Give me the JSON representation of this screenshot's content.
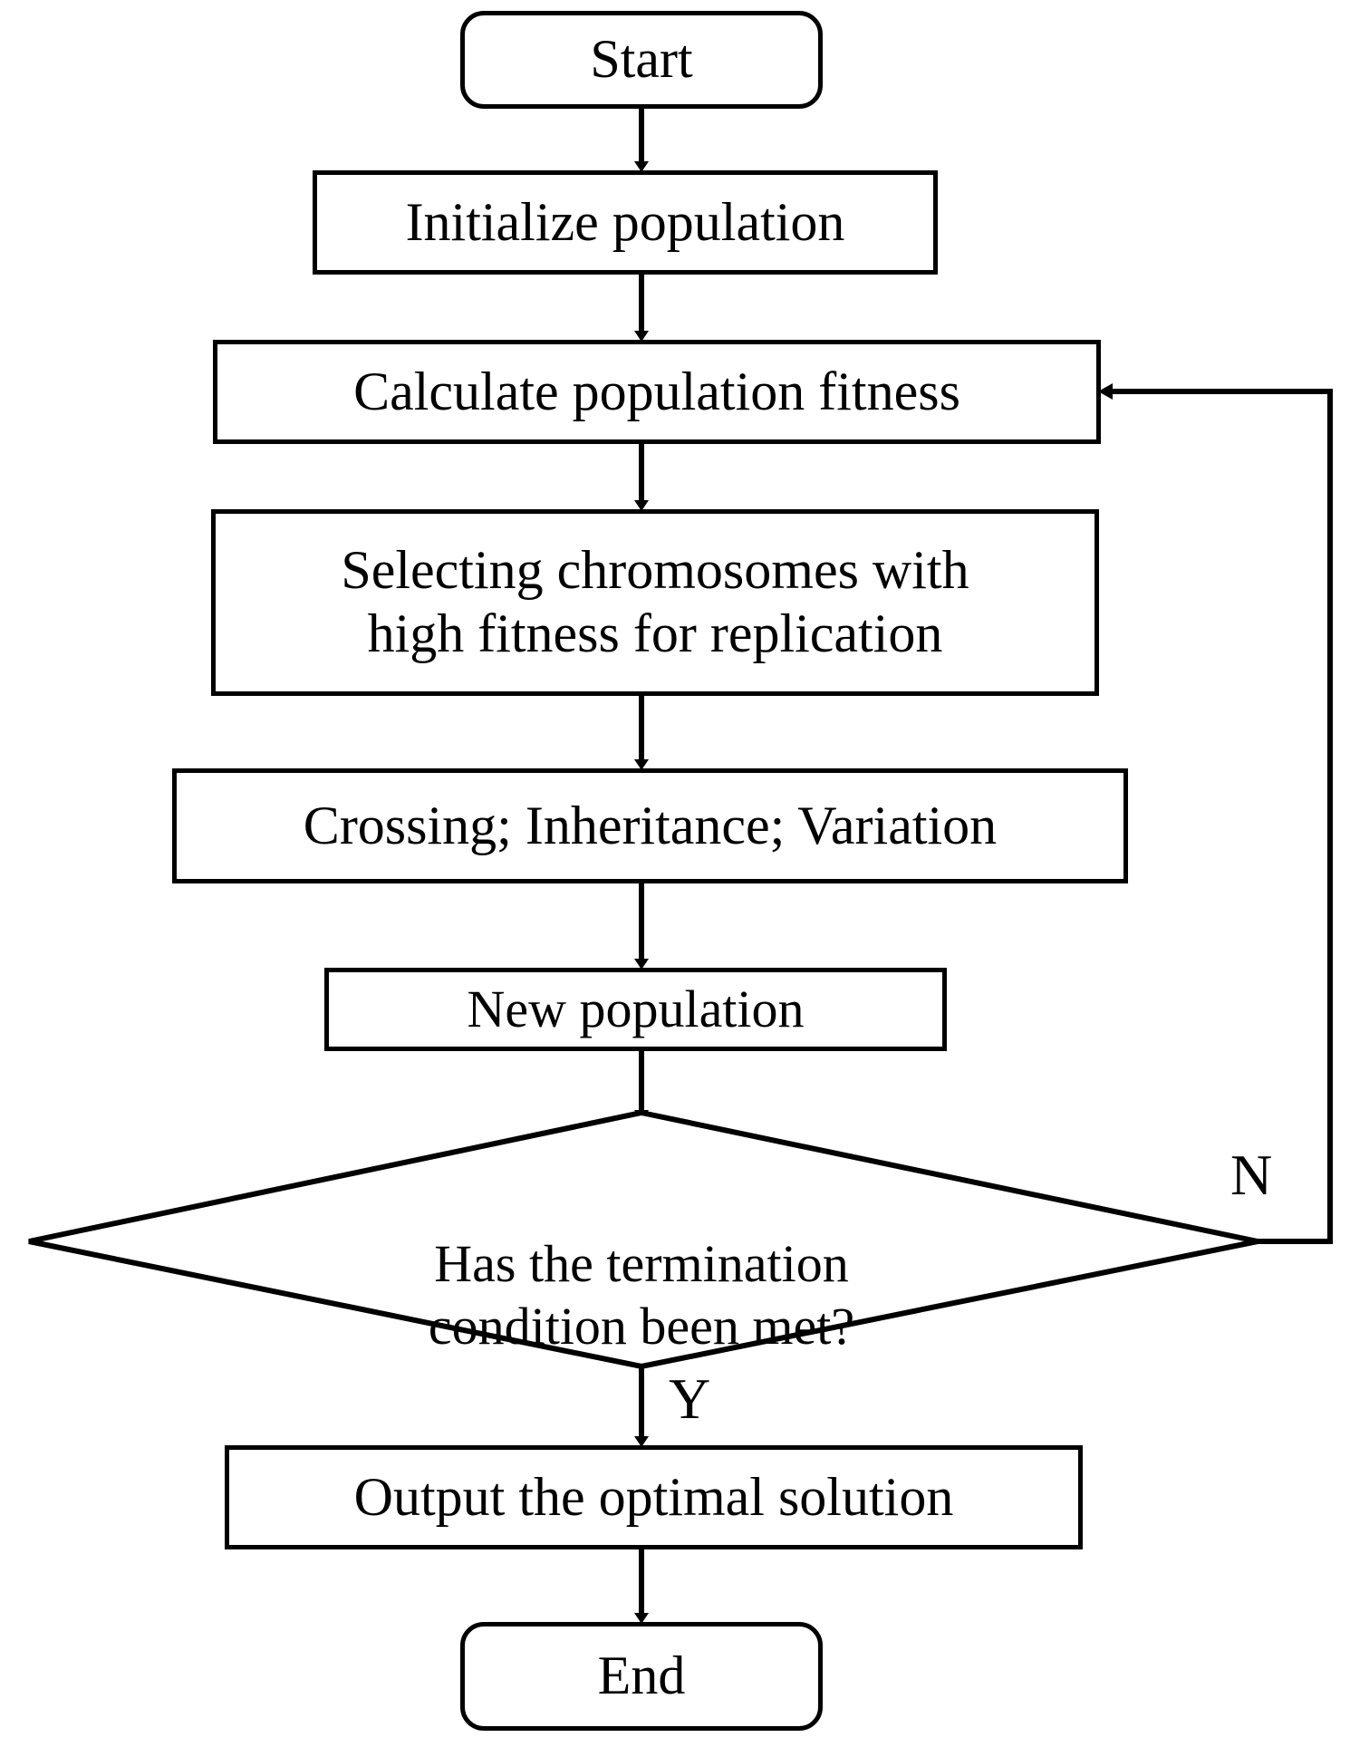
{
  "diagram": {
    "title": "Genetic algorithm flowchart",
    "type": "flowchart",
    "colors": {
      "stroke": "#000000",
      "fill": "#ffffff",
      "text": "#000000"
    },
    "nodes": {
      "start": {
        "label": "Start",
        "shape": "terminator"
      },
      "initialize": {
        "label": "Initialize population",
        "shape": "process"
      },
      "calculate": {
        "label": "Calculate population fitness",
        "shape": "process"
      },
      "selecting": {
        "label": "Selecting chromosomes with\nhigh fitness for replication",
        "shape": "process"
      },
      "crossing": {
        "label": "Crossing; Inheritance; Variation",
        "shape": "process"
      },
      "newpop": {
        "label": "New population",
        "shape": "process"
      },
      "decision": {
        "label": "Has the termination\ncondition been met?",
        "shape": "decision"
      },
      "output": {
        "label": "Output the optimal solution",
        "shape": "process"
      },
      "end": {
        "label": "End",
        "shape": "terminator"
      }
    },
    "branch_labels": {
      "no": "N",
      "yes": "Y"
    },
    "edges": [
      {
        "from": "start",
        "to": "initialize",
        "label": ""
      },
      {
        "from": "initialize",
        "to": "calculate",
        "label": ""
      },
      {
        "from": "calculate",
        "to": "selecting",
        "label": ""
      },
      {
        "from": "selecting",
        "to": "crossing",
        "label": ""
      },
      {
        "from": "crossing",
        "to": "newpop",
        "label": ""
      },
      {
        "from": "newpop",
        "to": "decision",
        "label": ""
      },
      {
        "from": "decision",
        "to": "calculate",
        "label": "N"
      },
      {
        "from": "decision",
        "to": "output",
        "label": "Y"
      },
      {
        "from": "output",
        "to": "end",
        "label": ""
      }
    ]
  }
}
